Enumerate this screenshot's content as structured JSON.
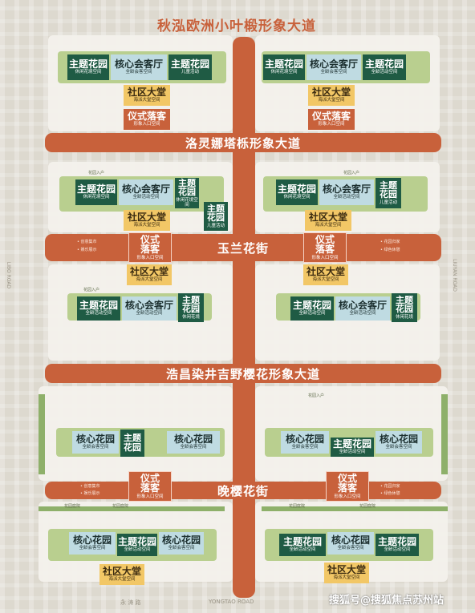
{
  "top_title": "秋泓欧洲小叶椴形象大道",
  "boulevards": {
    "b1": "洛灵娜塔栎形象大道",
    "b2": "浩昌染井吉野樱花形象大道"
  },
  "streets": {
    "s1": "玉兰花街",
    "s2": "晚樱花街"
  },
  "labels": {
    "theme_garden": "主题花园",
    "core_lounge": "核心会客厅",
    "core_garden": "核心花园",
    "community_hall": "社区大堂",
    "ceremony_entrance": "仪式落客",
    "ceremony_entrance_stacked": "仪式\n落客",
    "leisure_space": "休闲花境空间",
    "all_age_space": "全龄活动空间",
    "kids_space": "儿童活动",
    "leisure_flower": "休闲花境",
    "hall_space": "海派大堂空间",
    "entry_space": "形象入口空间",
    "all_age_lounge_space": "全龄会客空间",
    "flower_corridor": "花园廊道",
    "all_age_activity_small": "全龄活动空间",
    "bunch_garden": "花园入户",
    "garden_gallery": "花园庭院",
    "creative_market": "• 创意集市",
    "entertain_show": "• 娱乐展示",
    "garden_return": "• 花园归家",
    "green_rest": "• 绿色休憩",
    "garden_entry": "花园入户"
  },
  "bottom_road": "永 涛 路",
  "bottom_road_en": "YONGTAO ROAD",
  "left_road_en": "LIBO ROAD",
  "right_road_en": "LIUYAN ROAD",
  "watermark": "搜狐号@搜狐焦点苏州站"
}
